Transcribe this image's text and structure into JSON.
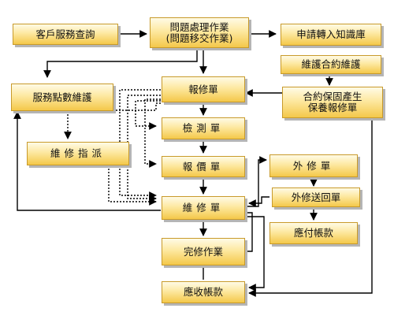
{
  "diagram": {
    "nodes": {
      "customer_service_inquiry": "客戶服務查詢",
      "problem_handling": "問題處理作業\n(問題移交作業)",
      "apply_knowledge_base": "申請轉入知識庫",
      "contract_maintenance": "維護合約維護",
      "contract_warranty_repair": "合約保固產生\n保養報修單",
      "service_points_maintenance": "服務點數維護",
      "repair_order": "報修單",
      "inspection_order": "檢測單",
      "quotation_order": "報價單",
      "repair_dispatch": "維修指派",
      "repair_work": "維修單",
      "outsourced_repair": "外修單",
      "outsourced_return": "外修送回單",
      "accounts_payable": "應付帳款",
      "repair_completion": "完修作業",
      "accounts_receivable": "應收帳款"
    }
  }
}
